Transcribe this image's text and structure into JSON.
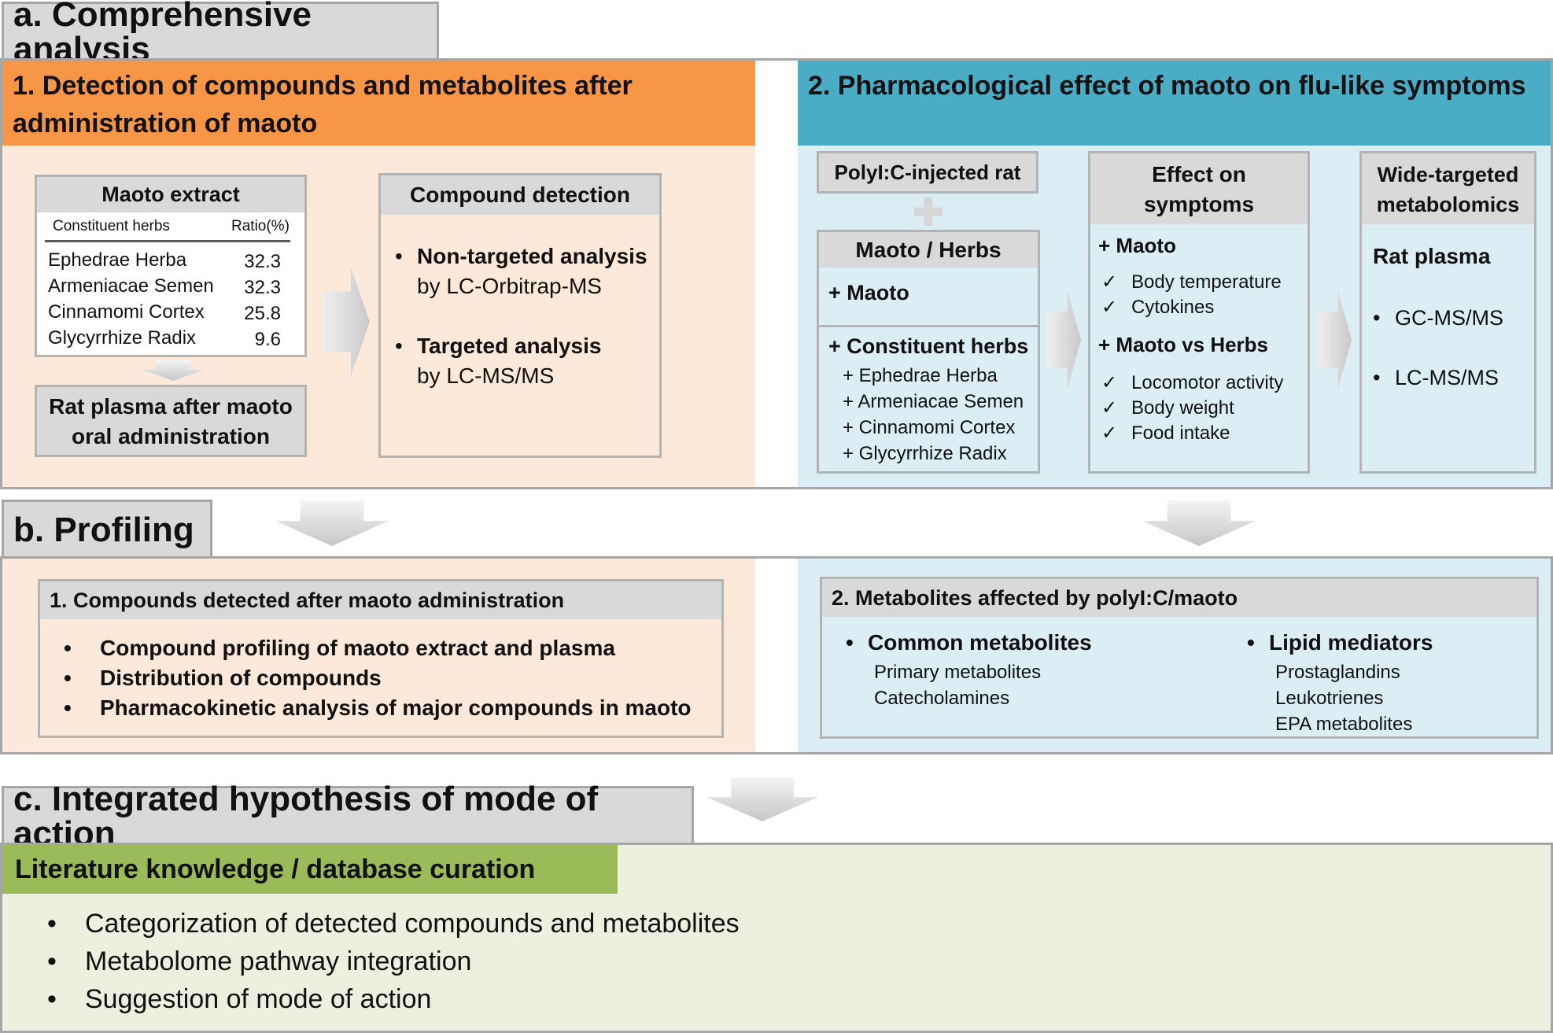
{
  "section_a": {
    "tab": "a. Comprehensive analysis",
    "panel1": {
      "title_line1": "1. Detection of compounds and metabolites after",
      "title_line2": "administration of maoto",
      "extract_box": {
        "title": "Maoto extract",
        "col_herbs": "Constituent herbs",
        "col_ratio": "Ratio(%)",
        "rows": [
          {
            "herb": "Ephedrae Herba",
            "ratio": "32.3"
          },
          {
            "herb": "Armeniacae Semen",
            "ratio": "32.3"
          },
          {
            "herb": "Cinnamomi Cortex",
            "ratio": "25.8"
          },
          {
            "herb": "Glycyrrhize Radix",
            "ratio": "9.6"
          }
        ]
      },
      "plasma_box": {
        "line1": "Rat plasma after maoto",
        "line2": "oral administration"
      },
      "detection_box": {
        "title": "Compound detection",
        "items": [
          {
            "bold": "Non-targeted analysis",
            "sub": "by LC-Orbitrap-MS"
          },
          {
            "bold": "Targeted analysis",
            "sub": "by LC-MS/MS"
          }
        ]
      }
    },
    "panel2": {
      "title": "2. Pharmacological effect of maoto on flu-like symptoms",
      "rat_box": "PolyI:C-injected rat",
      "maoto_box": {
        "title": "Maoto / Herbs",
        "maoto": "+ Maoto",
        "herbs_title": "+ Constituent herbs",
        "herbs": [
          "+ Ephedrae Herba",
          "+ Armeniacae Semen",
          "+ Cinnamomi Cortex",
          "+ Glycyrrhize Radix"
        ]
      },
      "effect_box": {
        "title_line1": "Effect on",
        "title_line2": "symptoms",
        "group1_title": "+ Maoto",
        "group1_items": [
          "Body temperature",
          "Cytokines"
        ],
        "group2_title": "+ Maoto vs Herbs",
        "group2_items": [
          "Locomotor activity",
          "Body weight",
          "Food intake"
        ]
      },
      "metab_box": {
        "title_line1": "Wide-targeted",
        "title_line2": "metabolomics",
        "subtitle": "Rat plasma",
        "items": [
          "GC-MS/MS",
          "LC-MS/MS"
        ]
      }
    }
  },
  "section_b": {
    "tab": "b. Profiling",
    "panel1": {
      "title": "1. Compounds detected after maoto administration",
      "items": [
        "Compound profiling of maoto extract and plasma",
        "Distribution of compounds",
        "Pharmacokinetic analysis of major compounds in maoto"
      ]
    },
    "panel2": {
      "title": "2. Metabolites affected by polyI:C/maoto",
      "col1_title": "Common metabolites",
      "col1_items": [
        "Primary metabolites",
        "Catecholamines"
      ],
      "col2_title": "Lipid mediators",
      "col2_items": [
        "Prostaglandins",
        "Leukotrienes",
        "EPA metabolites"
      ]
    }
  },
  "section_c": {
    "tab": "c. Integrated hypothesis of mode of action",
    "banner": "Literature knowledge / database curation",
    "items": [
      "Categorization of detected compounds and metabolites",
      "Metabolome pathway integration",
      "Suggestion of mode of action"
    ]
  },
  "colors": {
    "orange_header": "#f79646",
    "orange_fill": "#fde9d9",
    "blue_header": "#4bacc6",
    "blue_fill": "#daeef3",
    "green_header": "#9bbb59",
    "green_fill": "#ebf1de",
    "gray_header": "#d9d9d9"
  }
}
